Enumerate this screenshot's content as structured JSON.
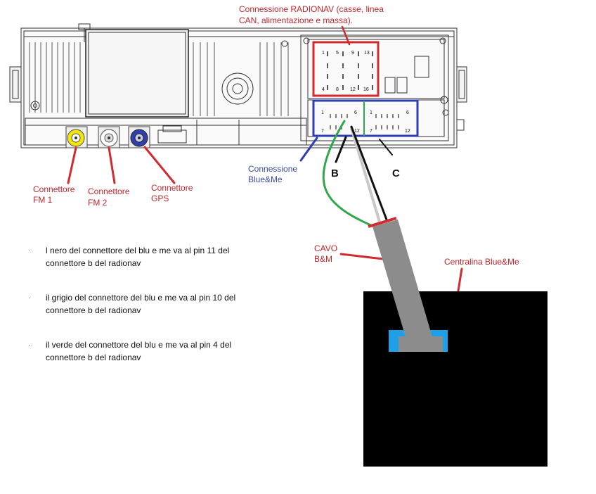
{
  "labels": {
    "radionav_connection_line1": "Connessione RADIONAV (casse, linea",
    "radionav_connection_line2": "CAN, alimentazione e massa).",
    "blueme_connection_line1": "Connessione",
    "blueme_connection_line2": "Blue&Me",
    "connector_b": "B",
    "connector_c": "C",
    "fm1_line1": "Connettore",
    "fm1_line2": "FM 1",
    "fm2_line1": "Connettore",
    "fm2_line2": "FM 2",
    "gps_line1": "Connettore",
    "gps_line2": "GPS",
    "cable_line1": "CAVO",
    "cable_line2": "B&M",
    "control_unit": "Centralina Blue&Me"
  },
  "pin_labels": {
    "radionav_top": [
      "1",
      "5",
      "9",
      "13"
    ],
    "radionav_bottom": [
      "4",
      "8",
      "12",
      "16"
    ],
    "blue_left_top": [
      "1",
      "6"
    ],
    "blue_left_bottom": [
      "7",
      "12"
    ],
    "blue_right_top": [
      "1",
      "6"
    ],
    "blue_right_bottom": [
      "7",
      "12"
    ]
  },
  "notes": [
    {
      "bullet": "·",
      "line1": "l nero del connettore del blu e me va al pin 11 del",
      "line2": "connettore b del radionav"
    },
    {
      "bullet": "·",
      "line1": "il grigio del connettore del blu e me va al pin 10 del",
      "line2": "connettore b del radionav"
    },
    {
      "bullet": "·",
      "line1": "il verde del connettore del blu e me va al pin 4 del",
      "line2": "connettore b del radionav"
    }
  ],
  "colors": {
    "label_red": "#c0262b",
    "label_blue": "#3a4aa8",
    "highlight_red": "#d12a2f",
    "highlight_blue": "#2f3fb0",
    "wire_green": "#2fa84a",
    "wire_grey": "#c8c8c8",
    "wire_black": "#111111",
    "cable_grey": "#8c8c8c",
    "control_unit_black": "#000000",
    "socket_cyan": "#1ea0e6",
    "fm1_yellow": "#f2e600",
    "gps_blue": "#2f3fb0"
  },
  "icons": [
    "radio-unit-drawing",
    "fm1-antenna-socket",
    "fm2-antenna-socket",
    "gps-antenna-socket"
  ]
}
